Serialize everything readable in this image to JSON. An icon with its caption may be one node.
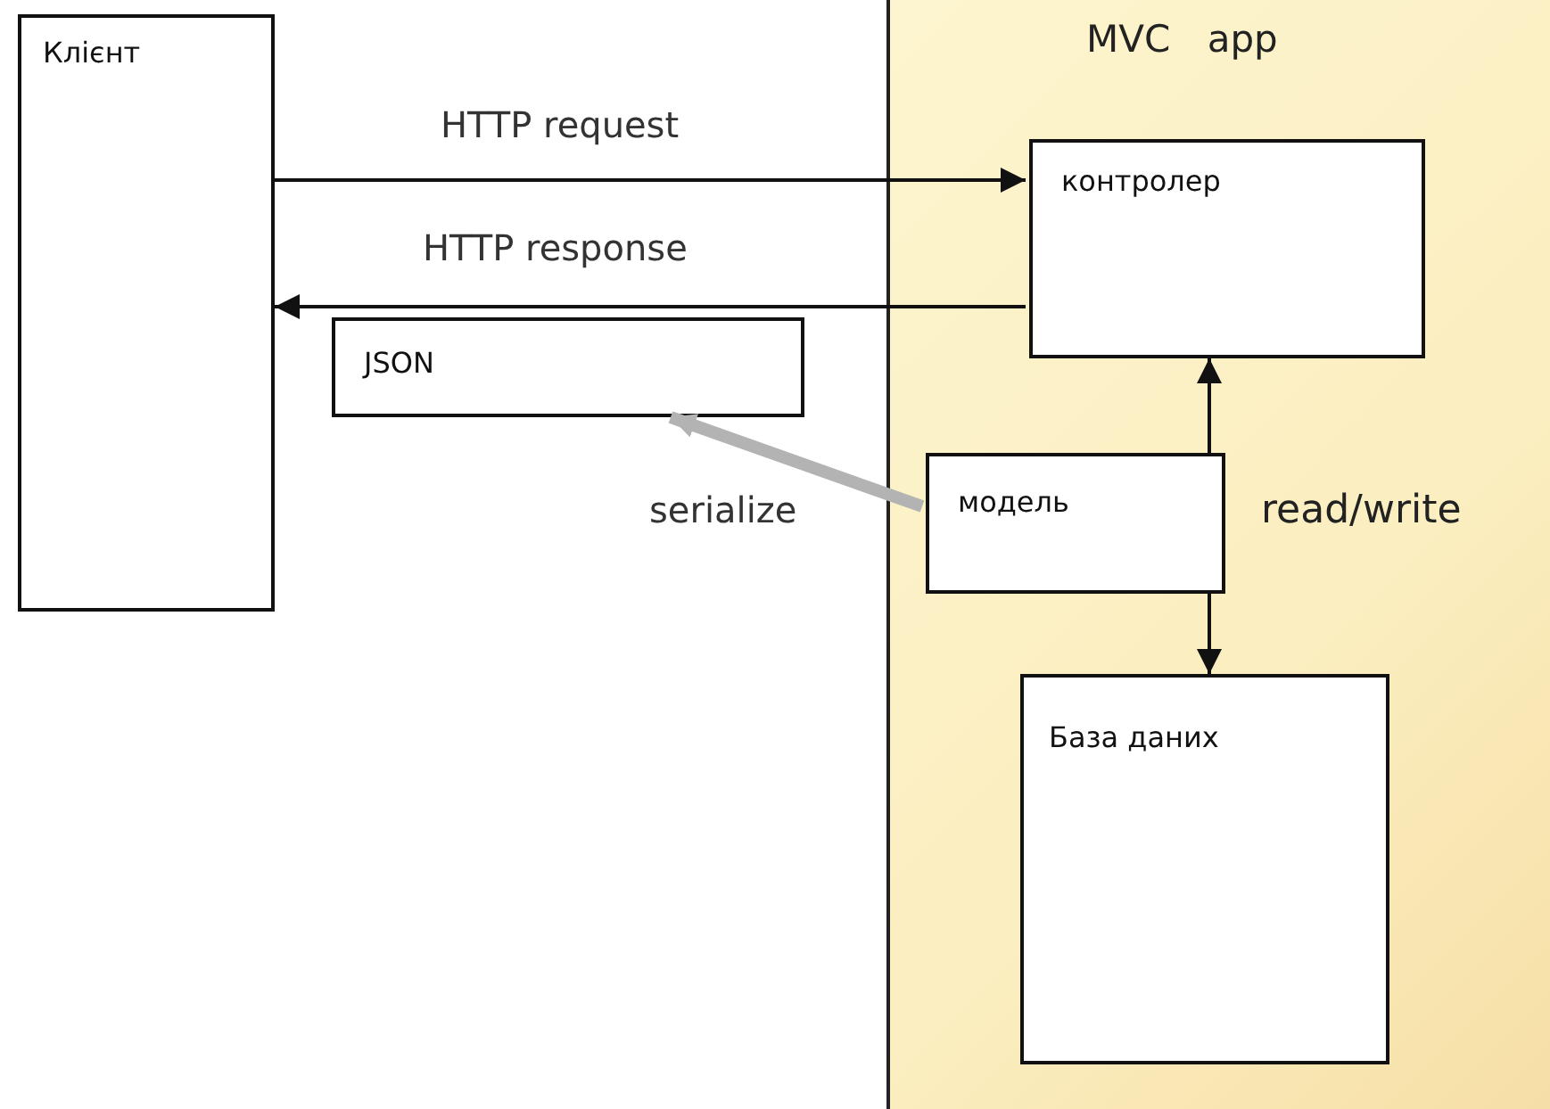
{
  "diagram": {
    "nodes": [
      {
        "text": [
          "Клієнт"
        ]
      },
      {
        "text": [
          "MVC app"
        ]
      },
      {
        "text": [
          "контролер"
        ],
        "in": 1
      },
      {
        "text": [
          "JSON"
        ]
      },
      {
        "text": [
          "модель"
        ],
        "in": 1
      },
      {
        "text": [
          "База даних"
        ],
        "in": 1
      }
    ],
    "edges": [
      {
        "from": 0,
        "to": 2,
        "arrow": "to",
        "label": "HTTP request"
      },
      {
        "from": 2,
        "to": 0,
        "arrow": "to",
        "label": "HTTP response"
      },
      {
        "from": 4,
        "to": 3,
        "arrow": "to",
        "label": "serialize",
        "style": "thick",
        "color": "#b3b3b3"
      },
      {
        "from": 4,
        "to": 2,
        "arrow": "to"
      },
      {
        "from": 4,
        "to": 5,
        "arrow": "to"
      }
    ],
    "labels": [
      "read/write"
    ]
  }
}
